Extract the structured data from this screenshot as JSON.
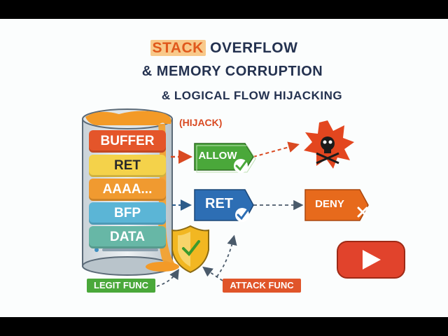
{
  "title": {
    "line1_highlight": "STACK",
    "line1_rest": " OVERFLOW",
    "line2": "& MEMORY CORRUPTION",
    "line3": "& LOGICAL FLOW HIJACKING"
  },
  "stack": {
    "hijack_label": "(HIJACK)",
    "layers": [
      {
        "label": "BUFFER",
        "color": "#e4552a",
        "text_color": "#ffffff"
      },
      {
        "label": "RET",
        "color": "#f4d24a",
        "text_color": "#2a2a2a"
      },
      {
        "label": "AAAA...",
        "color": "#f09a30",
        "text_color": "#ffffff"
      },
      {
        "label": "BFP",
        "color": "#5bb5d6",
        "text_color": "#ffffff"
      },
      {
        "label": "DATA",
        "color": "#67b7a6",
        "text_color": "#ffffff"
      }
    ]
  },
  "flow": {
    "allow_label": "ALLOW",
    "ret_label": "RET",
    "deny_label": "DENY"
  },
  "bottom": {
    "legit_label": "LEGIT FUNC",
    "attack_label": "ATTACK FUNC"
  },
  "colors": {
    "allow": "#4aa83a",
    "ret": "#2d6eb4",
    "deny": "#e76a1c",
    "danger": "#e3461f",
    "play": "#e1432c",
    "shield": "#f2b722",
    "title": "#243250"
  },
  "icons": [
    "check-icon",
    "x-icon",
    "skull-icon",
    "shield-check-icon",
    "play-icon"
  ]
}
